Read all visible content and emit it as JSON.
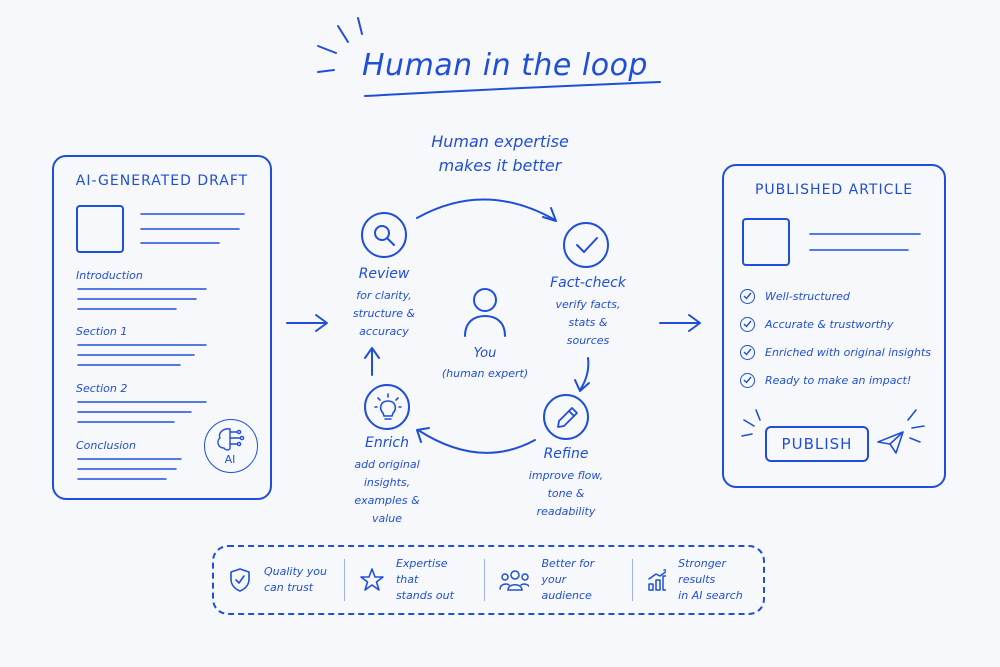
{
  "title": "Human in the loop",
  "subtitle_line1": "Human expertise",
  "subtitle_line2": "makes it better",
  "draft": {
    "title": "AI-GENERATED DRAFT",
    "sections": [
      "Introduction",
      "Section 1",
      "Section 2",
      "Conclusion"
    ],
    "ai_badge": "AI"
  },
  "center": {
    "label": "You",
    "sublabel": "(human expert)"
  },
  "steps": {
    "review": {
      "title": "Review",
      "desc": [
        "for clarity,",
        "structure &",
        "accuracy"
      ]
    },
    "factcheck": {
      "title": "Fact-check",
      "desc": [
        "verify facts,",
        "stats &",
        "sources"
      ]
    },
    "refine": {
      "title": "Refine",
      "desc": [
        "improve flow,",
        "tone &",
        "readability"
      ]
    },
    "enrich": {
      "title": "Enrich",
      "desc": [
        "add original",
        "insights,",
        "examples &",
        "value"
      ]
    }
  },
  "published": {
    "title": "PUBLISHED ARTICLE",
    "checks": [
      "Well-structured",
      "Accurate & trustworthy",
      "Enriched with original insights",
      "Ready to make an impact!"
    ],
    "publish_label": "PUBLISH"
  },
  "benefits": [
    {
      "icon": "shield-check-icon",
      "line1": "Quality you",
      "line2": "can trust"
    },
    {
      "icon": "star-icon",
      "line1": "Expertise that",
      "line2": "stands out"
    },
    {
      "icon": "group-icon",
      "line1": "Better for your",
      "line2": "audience"
    },
    {
      "icon": "growth-chart-icon",
      "line1": "Stronger results",
      "line2": "in AI search"
    }
  ],
  "colors": {
    "ink": "#1f4fd8",
    "background": "#f7f8fb"
  }
}
